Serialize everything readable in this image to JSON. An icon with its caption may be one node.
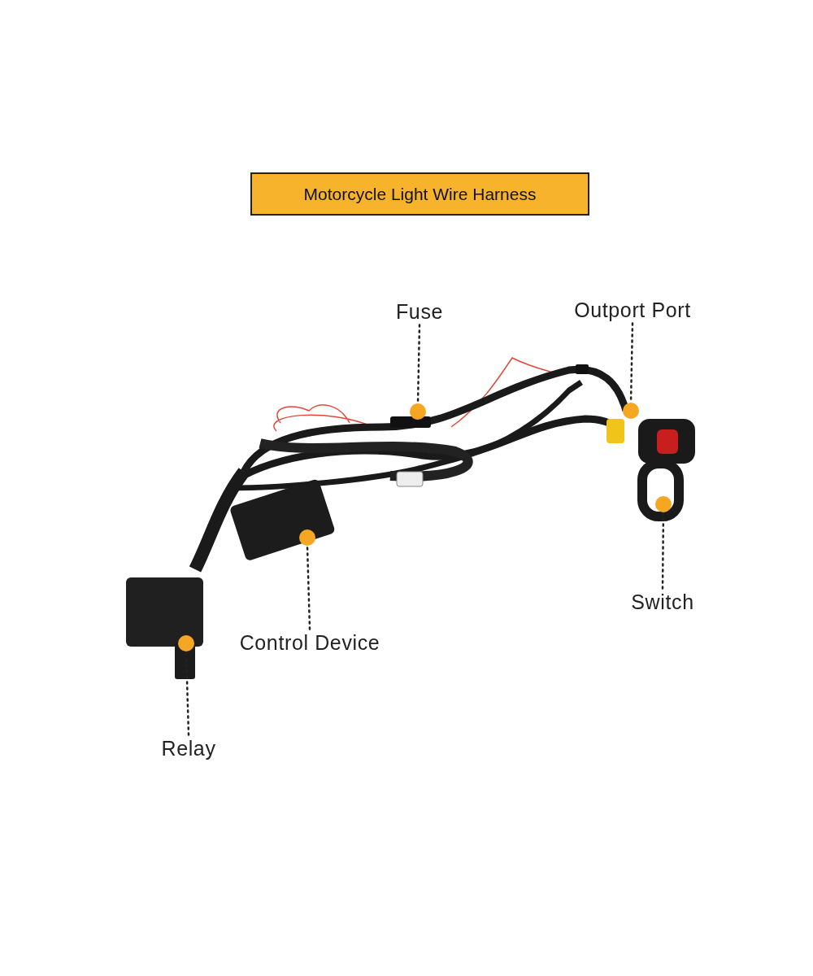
{
  "diagram": {
    "title": "Motorcycle Light Wire Harness",
    "nodes": [
      {
        "text": [
          "Fuse"
        ]
      },
      {
        "text": [
          "Outport Port"
        ]
      },
      {
        "text": [
          "Switch"
        ]
      },
      {
        "text": [
          "Control Device"
        ]
      },
      {
        "text": [
          "Relay"
        ]
      },
      {
        "text": [],
        "shape": "circle"
      },
      {
        "text": [],
        "shape": "circle"
      },
      {
        "text": [],
        "shape": "circle"
      },
      {
        "text": [],
        "shape": "circle"
      },
      {
        "text": [],
        "shape": "circle"
      }
    ],
    "edges": [
      {
        "from": 0,
        "to": 5,
        "arrow": "none",
        "style": "dashed"
      },
      {
        "from": 1,
        "to": 6,
        "arrow": "none",
        "style": "dashed"
      },
      {
        "from": 2,
        "to": 7,
        "arrow": "none",
        "style": "dashed"
      },
      {
        "from": 3,
        "to": 8,
        "arrow": "none",
        "style": "dashed"
      },
      {
        "from": 4,
        "to": 9,
        "arrow": "none",
        "style": "dashed"
      }
    ]
  }
}
